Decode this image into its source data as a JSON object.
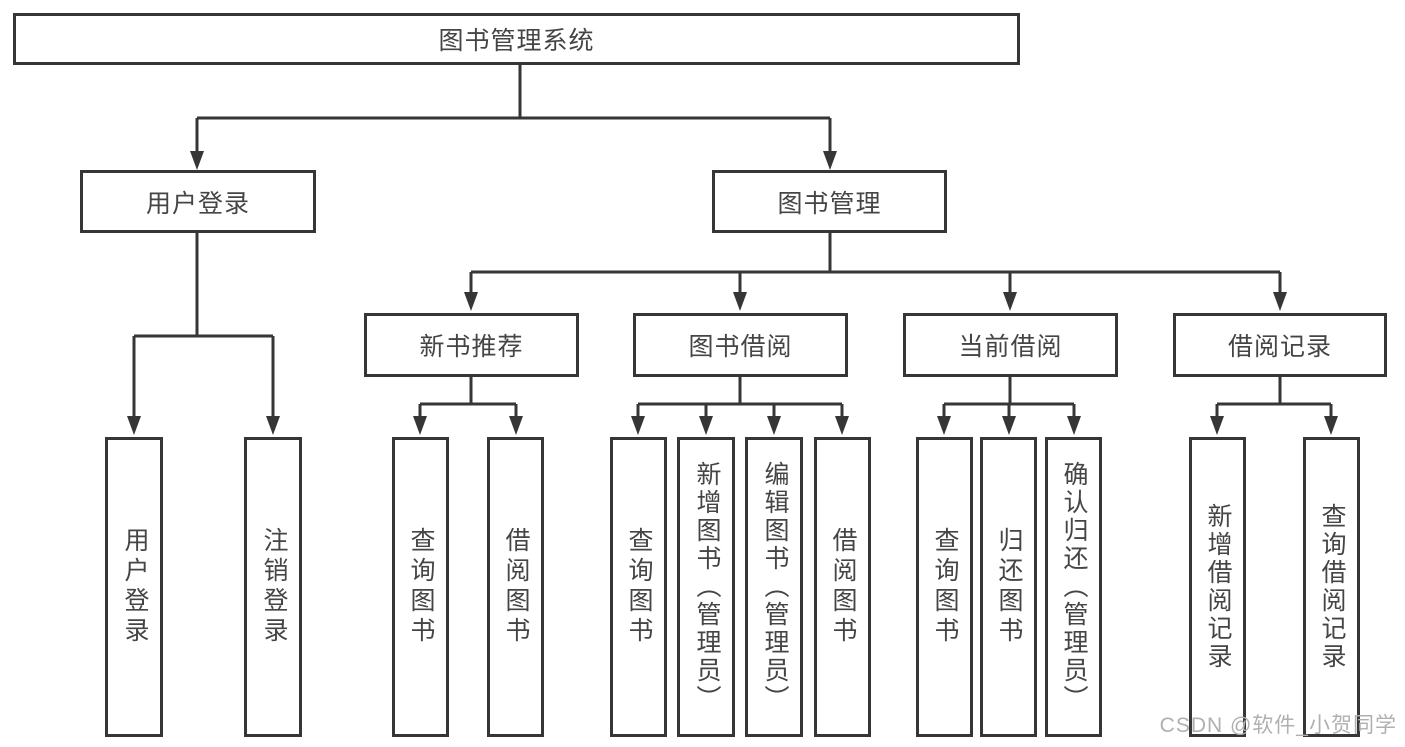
{
  "tree": {
    "root": {
      "label": "图书管理系统",
      "children": [
        {
          "label": "用户登录",
          "children": [
            {
              "label": "用户登录"
            },
            {
              "label": "注销登录"
            }
          ]
        },
        {
          "label": "图书管理",
          "children": [
            {
              "label": "新书推荐",
              "children": [
                {
                  "label": "查询图书"
                },
                {
                  "label": "借阅图书"
                }
              ]
            },
            {
              "label": "图书借阅",
              "children": [
                {
                  "label": "查询图书"
                },
                {
                  "label": "新增图书（管理员）"
                },
                {
                  "label": "编辑图书（管理员）"
                },
                {
                  "label": "借阅图书"
                }
              ]
            },
            {
              "label": "当前借阅",
              "children": [
                {
                  "label": "查询图书"
                },
                {
                  "label": "归还图书"
                },
                {
                  "label": "确认归还（管理员）"
                }
              ]
            },
            {
              "label": "借阅记录",
              "children": [
                {
                  "label": "新增借阅记录"
                },
                {
                  "label": "查询借阅记录"
                }
              ]
            }
          ]
        }
      ]
    }
  },
  "watermark": {
    "text": "CSDN @软件_小贺同学"
  },
  "colors": {
    "line": "#363636",
    "text": "#454545",
    "watermark": "#b0b0b0"
  }
}
